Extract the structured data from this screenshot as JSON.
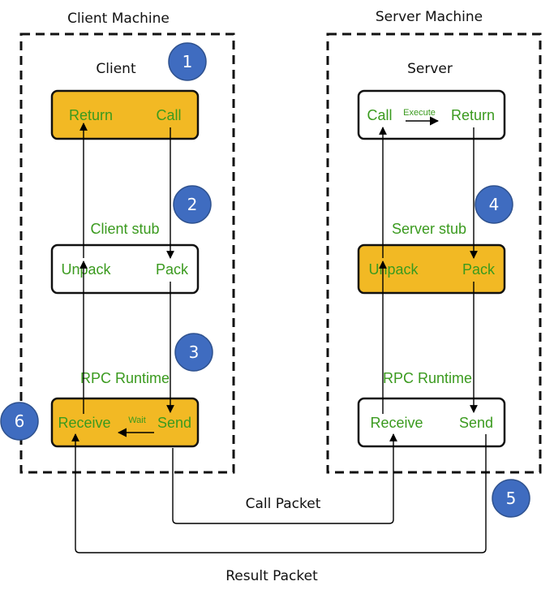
{
  "colors": {
    "highlight": "#F2B924",
    "green_text": "#3A9A1E",
    "badge": "#3F6CC0",
    "badge_border": "#2F528F",
    "line": "#000000"
  },
  "client_machine": {
    "title": "Client Machine",
    "section_label": "Client",
    "app_box": {
      "left": "Return",
      "right": "Call"
    },
    "stub_label": "Client stub",
    "stub_box": {
      "left": "Unpack",
      "right": "Pack"
    },
    "runtime_label": "RPC Runtime",
    "runtime_box": {
      "left": "Receive",
      "middle": "Wait",
      "right": "Send"
    }
  },
  "server_machine": {
    "title": "Server Machine",
    "section_label": "Server",
    "app_box": {
      "left": "Call",
      "middle": "Execute",
      "right": "Return"
    },
    "stub_label": "Server stub",
    "stub_box": {
      "left": "Unpack",
      "right": "Pack"
    },
    "runtime_label": "RPC Runtime",
    "runtime_box": {
      "left": "Receive",
      "right": "Send"
    }
  },
  "packets": {
    "call": "Call Packet",
    "result": "Result Packet"
  },
  "badges": [
    "1",
    "2",
    "3",
    "4",
    "5",
    "6"
  ]
}
